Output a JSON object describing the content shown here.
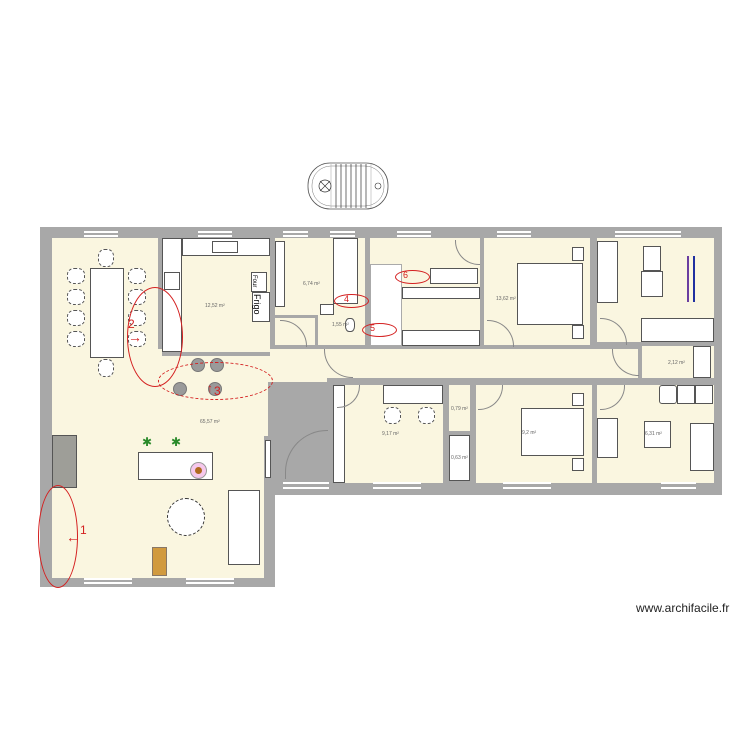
{
  "plan": {
    "watermark": "www.archifacile.fr",
    "colors": {
      "wall": "#a8a8a8",
      "floor": "#faf6e0",
      "annotation": "#d42020",
      "furniture": "#ffffff"
    },
    "rooms": [
      {
        "id": "living",
        "area": "65,57 m²"
      },
      {
        "id": "kitchen",
        "area": "12,52 m²"
      },
      {
        "id": "bathroom",
        "area": "6,74 m²"
      },
      {
        "id": "wc",
        "area": "1,55 m²"
      },
      {
        "id": "bedroom-1",
        "area": "13,62 m²"
      },
      {
        "id": "storage",
        "area": "2,12 m²"
      },
      {
        "id": "office",
        "area": "9,17 m²"
      },
      {
        "id": "closet-1",
        "area": "0,79 m²"
      },
      {
        "id": "closet-2",
        "area": "0,63 m²"
      },
      {
        "id": "bedroom-2",
        "area": "9,2 m²"
      },
      {
        "id": "laundry",
        "area": "6,31 m²"
      }
    ],
    "appliances": {
      "oven": "Four",
      "fridge": "Frigo"
    },
    "annotations": [
      {
        "num": "1"
      },
      {
        "num": "2"
      },
      {
        "num": "3"
      },
      {
        "num": "4"
      },
      {
        "num": "5"
      },
      {
        "num": "6"
      }
    ]
  }
}
